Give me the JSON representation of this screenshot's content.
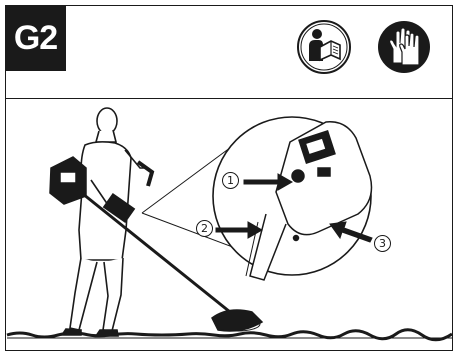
{
  "header": {
    "step_label": "G2",
    "icons": [
      "read-manual-icon",
      "wear-gloves-icon"
    ]
  },
  "callouts": [
    "1",
    "2",
    "3"
  ],
  "colors": {
    "ink": "#1a1a1a",
    "background": "#ffffff"
  }
}
